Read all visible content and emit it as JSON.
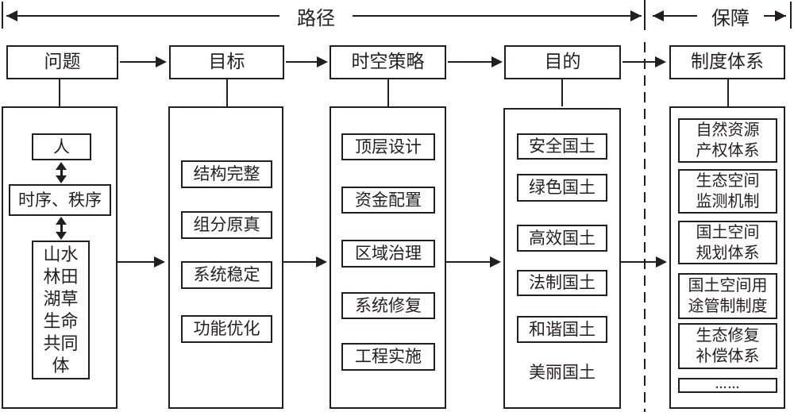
{
  "rulers": {
    "path_label": "路径",
    "guarantee_label": "保障"
  },
  "columns": [
    {
      "header": "问题",
      "items": [
        "人",
        "时序、秩序",
        "山水\n林田\n湖草\n生命\n共同\n体"
      ]
    },
    {
      "header": "目标",
      "items": [
        "结构完整",
        "组分原真",
        "系统稳定",
        "功能优化"
      ]
    },
    {
      "header": "时空策略",
      "items": [
        "顶层设计",
        "资金配置",
        "区域治理",
        "系统修复",
        "工程实施"
      ]
    },
    {
      "header": "目的",
      "items": [
        "安全国土",
        "绿色国土",
        "高效国土",
        "法制国土",
        "和谐国土"
      ],
      "footer": "美丽国土"
    },
    {
      "header": "制度体系",
      "items": [
        "自然资源\n产权体系",
        "生态空间\n监测机制",
        "国土空间\n规划体系",
        "国土空间用\n途管制制度",
        "生态修复\n补偿体系",
        "……"
      ]
    }
  ],
  "colors": {
    "ink": "#231f20",
    "background": "#ffffff"
  }
}
